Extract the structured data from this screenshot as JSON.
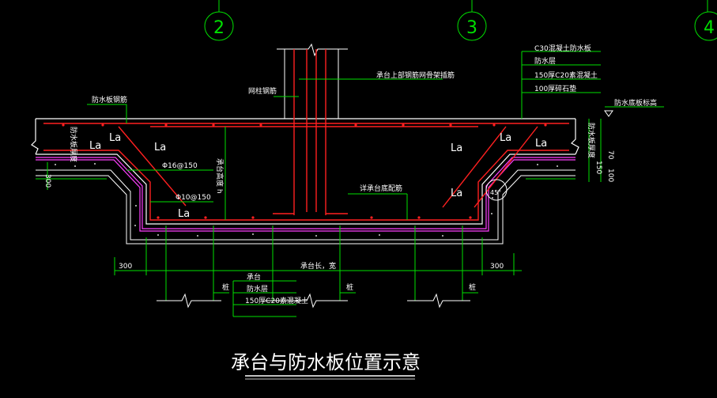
{
  "title": "承台与防水板位置示意",
  "axes": {
    "a2": "2",
    "a3": "3",
    "a4": "4"
  },
  "layers_right": {
    "l1": "C30混凝土防水板",
    "l2": "防水层",
    "l3": "150厚C20素混凝土",
    "l4": "100厚碎石垫"
  },
  "layers_bottom": {
    "l1": "承台",
    "l2": "防水层",
    "l3": "150厚C20素混凝土"
  },
  "labels": {
    "cap_top_rebar": "承台上部钢筋网骨架插筋",
    "column_rebar": "网柱钢筋",
    "slab_rebar": "防水板钢筋",
    "slab_thickness_left": "防水板厚度",
    "slab_thickness_right": "防水板厚度",
    "slab_bottom_elev": "防水底板标高",
    "cap_bottom_rebar": "详承台底配筋",
    "cap_height": "承台高度 h",
    "rebar_16": "Φ16@150",
    "rebar_10": "Φ10@150",
    "la": "La",
    "pile_left": "桩",
    "pile_mid": "桩",
    "pile_right": "桩",
    "cap_length": "承台长，宽",
    "dim_left": "300",
    "dim_right": "300",
    "dim_left_vert": "300",
    "dim_150": "150",
    "dim_100": "100",
    "dim_70": "70",
    "angle": "45°"
  },
  "colors": {
    "background": "#000000",
    "green": "#00e000",
    "red": "#ff2020",
    "white": "#ffffff",
    "magenta": "#ff40ff",
    "yellow": "#ffff40"
  }
}
